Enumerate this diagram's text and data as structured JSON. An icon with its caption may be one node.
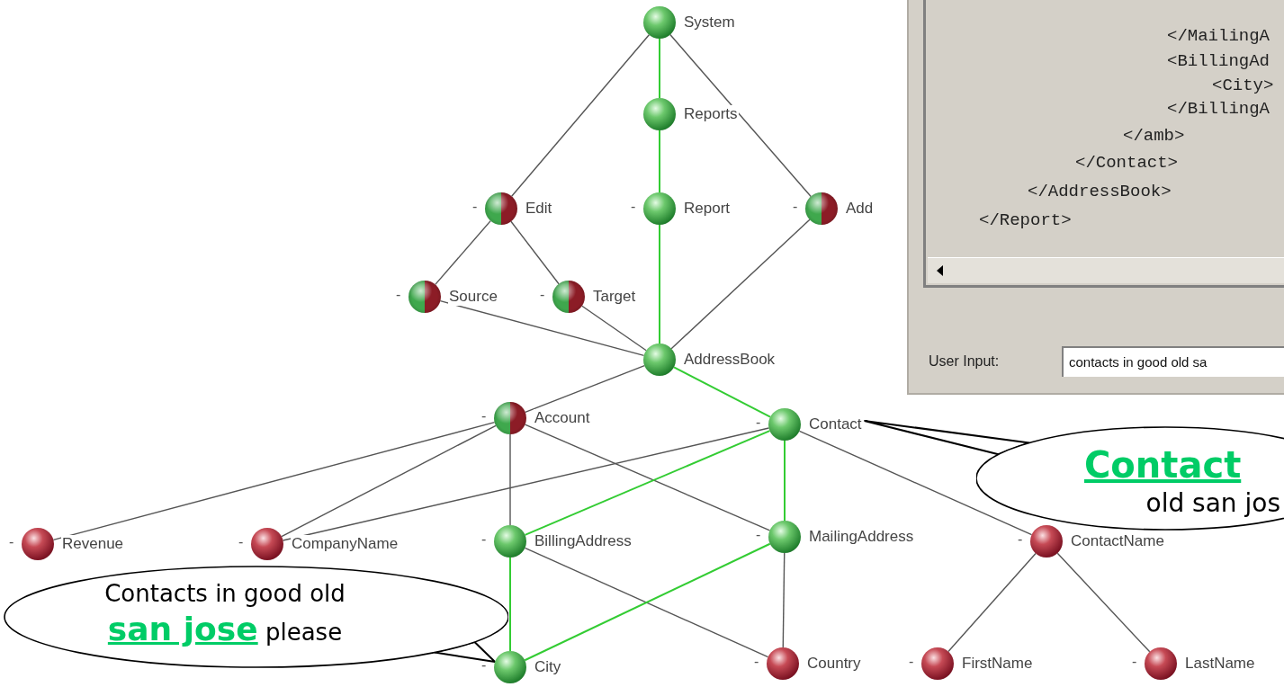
{
  "diagram": {
    "nodes": [
      {
        "text": [
          "System"
        ]
      },
      {
        "text": [
          "Reports"
        ]
      },
      {
        "text": [
          "Edit"
        ],
        "beside": [
          "-"
        ]
      },
      {
        "text": [
          "Report"
        ],
        "beside": [
          "-"
        ]
      },
      {
        "text": [
          "Add"
        ],
        "beside": [
          "-"
        ]
      },
      {
        "text": [
          "Source"
        ],
        "beside": [
          "-"
        ]
      },
      {
        "text": [
          "Target"
        ],
        "beside": [
          "-"
        ]
      },
      {
        "text": [
          "AddressBook"
        ]
      },
      {
        "text": [
          "Account"
        ],
        "beside": [
          "-"
        ]
      },
      {
        "text": [
          "Contact"
        ],
        "beside": [
          "-"
        ]
      },
      {
        "text": [
          "Revenue"
        ],
        "beside": [
          "-"
        ]
      },
      {
        "text": [
          "CompanyName"
        ],
        "beside": [
          "-"
        ]
      },
      {
        "text": [
          "BillingAddress"
        ],
        "beside": [
          "-"
        ]
      },
      {
        "text": [
          "MailingAddress"
        ],
        "beside": [
          "-"
        ]
      },
      {
        "text": [
          "ContactName"
        ],
        "beside": [
          "-"
        ]
      },
      {
        "text": [
          "City"
        ],
        "beside": [
          "-"
        ]
      },
      {
        "text": [
          "Country"
        ],
        "beside": [
          "-"
        ]
      },
      {
        "text": [
          "FirstName"
        ],
        "beside": [
          "-"
        ]
      },
      {
        "text": [
          "LastName"
        ],
        "beside": [
          "-"
        ]
      },
      {
        "text": [
          "Contacts in good old **san jose** please"
        ]
      },
      {
        "text": [
          "Contact",
          "old san jos"
        ]
      }
    ],
    "edges": [
      {
        "from": 0,
        "to": 1,
        "arrow": "none",
        "color": "#33cc33"
      },
      {
        "from": 0,
        "to": 2,
        "arrow": "none"
      },
      {
        "from": 0,
        "to": 4,
        "arrow": "none"
      },
      {
        "from": 1,
        "to": 3,
        "arrow": "none",
        "color": "#33cc33"
      },
      {
        "from": 2,
        "to": 5,
        "arrow": "none"
      },
      {
        "from": 2,
        "to": 6,
        "arrow": "none"
      },
      {
        "from": 3,
        "to": 7,
        "arrow": "none",
        "color": "#33cc33"
      },
      {
        "from": 4,
        "to": 7,
        "arrow": "none"
      },
      {
        "from": 5,
        "to": 7,
        "arrow": "none"
      },
      {
        "from": 6,
        "to": 7,
        "arrow": "none"
      },
      {
        "from": 7,
        "to": 8,
        "arrow": "none"
      },
      {
        "from": 7,
        "to": 9,
        "arrow": "none",
        "color": "#33cc33"
      },
      {
        "from": 8,
        "to": 10,
        "arrow": "none"
      },
      {
        "from": 8,
        "to": 11,
        "arrow": "none"
      },
      {
        "from": 8,
        "to": 12,
        "arrow": "none"
      },
      {
        "from": 8,
        "to": 13,
        "arrow": "none"
      },
      {
        "from": 9,
        "to": 11,
        "arrow": "none"
      },
      {
        "from": 9,
        "to": 12,
        "arrow": "none",
        "color": "#33cc33"
      },
      {
        "from": 9,
        "to": 13,
        "arrow": "none",
        "color": "#33cc33"
      },
      {
        "from": 9,
        "to": 14,
        "arrow": "none"
      },
      {
        "from": 12,
        "to": 15,
        "arrow": "none",
        "color": "#33cc33"
      },
      {
        "from": 12,
        "to": 16,
        "arrow": "none"
      },
      {
        "from": 13,
        "to": 15,
        "arrow": "none",
        "color": "#33cc33"
      },
      {
        "from": 13,
        "to": 16,
        "arrow": "none"
      },
      {
        "from": 14,
        "to": 17,
        "arrow": "none"
      },
      {
        "from": 14,
        "to": 18,
        "arrow": "none"
      },
      {
        "from": 19,
        "to": 15,
        "arrow": "none",
        "color": "#000000"
      },
      {
        "from": 20,
        "to": 9,
        "arrow": "none",
        "color": "#000000"
      }
    ],
    "labels": [
      "</MailingA",
      "<BillingAd",
      "<City>",
      "</BillingA",
      "</amb>",
      "</Contact>",
      "</AddressBook>",
      "</Report>",
      "User Input:",
      "contacts in good old sa"
    ]
  }
}
